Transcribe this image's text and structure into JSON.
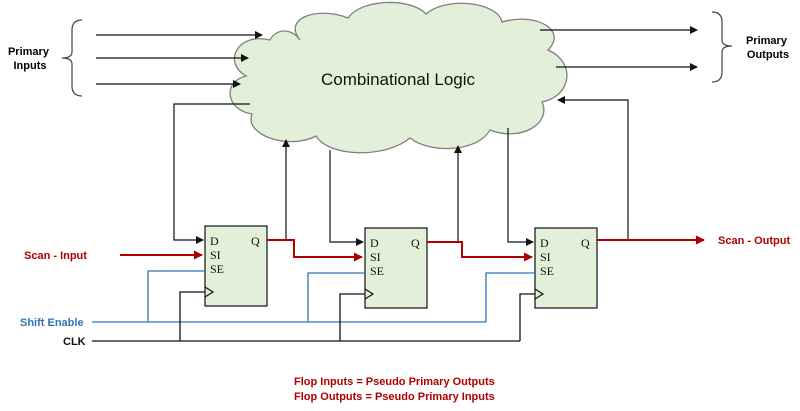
{
  "labels": {
    "primary_inputs": [
      "Primary",
      "Inputs"
    ],
    "primary_outputs": [
      "Primary",
      "Outputs"
    ],
    "combinational_logic": "Combinational Logic",
    "scan_input": "Scan - Input",
    "scan_output": "Scan - Output",
    "shift_enable": "Shift Enable",
    "clk": "CLK"
  },
  "flops": [
    {
      "pins_left": [
        "D",
        "SI",
        "SE"
      ],
      "pin_right": "Q"
    },
    {
      "pins_left": [
        "D",
        "SI",
        "SE"
      ],
      "pin_right": "Q"
    },
    {
      "pins_left": [
        "D",
        "SI",
        "SE"
      ],
      "pin_right": "Q"
    }
  ],
  "notes": [
    "Flop Inputs = Pseudo Primary Outputs",
    "Flop Outputs = Pseudo Primary Inputs"
  ],
  "colors": {
    "scan_path": "#b00000",
    "shift_enable": "#2e75b6",
    "wire": "#111111",
    "cloud_fill": "#e2f0d9",
    "cloud_stroke": "#7f7f7f",
    "flop_fill": "#e2f0d9",
    "note_text": "#b00000"
  }
}
